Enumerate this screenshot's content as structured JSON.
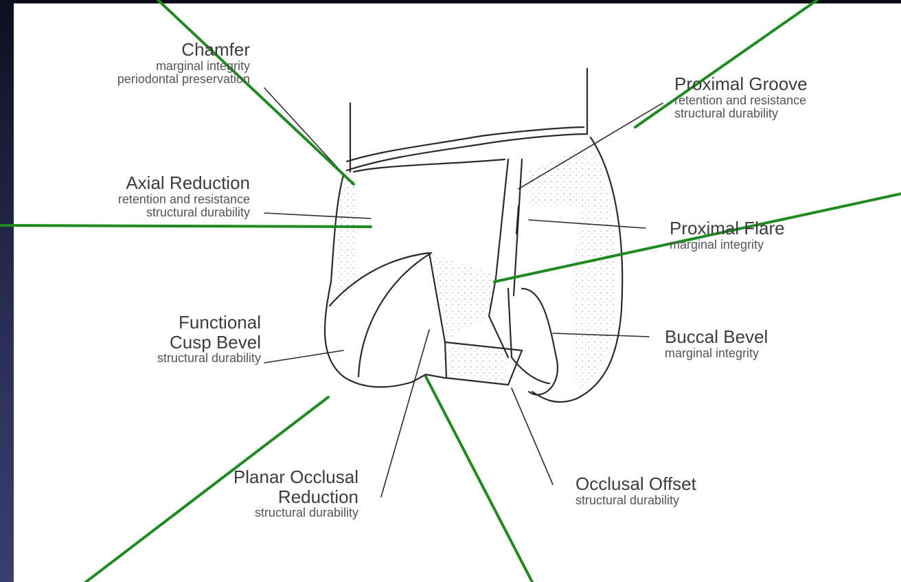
{
  "labels": {
    "chamfer": {
      "title": "Chamfer",
      "sub": [
        "marginal integrity",
        "periodontal preservation"
      ]
    },
    "axial_reduction": {
      "title": "Axial Reduction",
      "sub": [
        "retention and resistance",
        "structural durability"
      ]
    },
    "functional_cusp_bevel": {
      "title": [
        "Functional",
        "Cusp Bevel"
      ],
      "sub": [
        "structural durability"
      ]
    },
    "planar_occlusal_reduction": {
      "title": [
        "Planar Occlusal",
        "Reduction"
      ],
      "sub": [
        "structural durability"
      ]
    },
    "proximal_groove": {
      "title": "Proximal Groove",
      "sub": [
        "retention and resistance",
        "structural durability"
      ]
    },
    "proximal_flare": {
      "title": "Proximal Flare",
      "sub": [
        "marginal integrity"
      ]
    },
    "buccal_bevel": {
      "title": "Buccal Bevel",
      "sub": [
        "marginal integrity"
      ]
    },
    "occlusal_offset": {
      "title": "Occlusal Offset",
      "sub": [
        "structural durability"
      ]
    }
  },
  "colors": {
    "annotation_line": "#1f8a1f",
    "drawing_ink": "#2a2a2a",
    "frame": "#1a1a30"
  }
}
